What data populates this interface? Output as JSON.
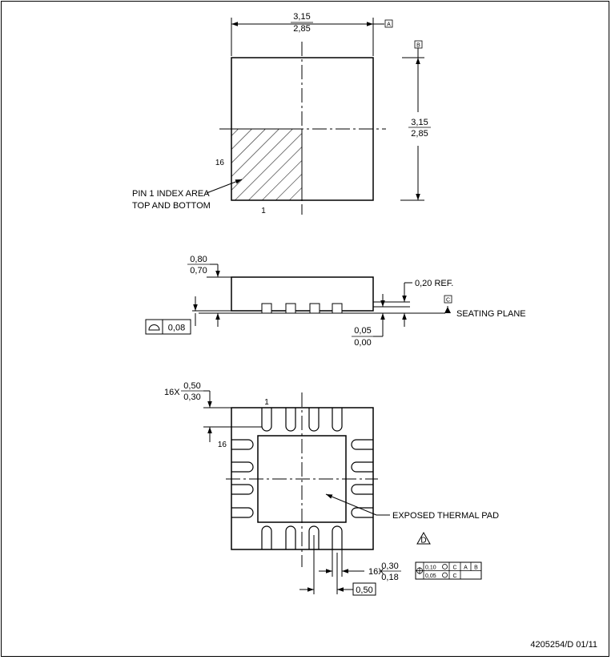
{
  "top_view": {
    "width_max": "3,15",
    "width_min": "2,85",
    "height_max": "3,15",
    "height_min": "2,85",
    "datum_a": "A",
    "datum_b": "B",
    "pin16_label": "16",
    "pin1_label": "1",
    "index_area_line1": "PIN 1 INDEX AREA",
    "index_area_line2": "TOP AND BOTTOM"
  },
  "side_view": {
    "thickness_max": "0,80",
    "thickness_min": "0,70",
    "ref_label": "0,20 REF.",
    "datum_c": "C",
    "seating_plane": "SEATING PLANE",
    "standoff_max": "0,05",
    "standoff_min": "0,00",
    "flatness_value": "0,08"
  },
  "bottom_view": {
    "lead_len_prefix": "16X",
    "lead_len_max": "0,50",
    "lead_len_min": "0,30",
    "pin1_label": "1",
    "pin16_label": "16",
    "pad_label": "EXPOSED THERMAL PAD",
    "note_d": "D",
    "lead_w_prefix": "16X",
    "lead_w_max": "0,30",
    "lead_w_min": "0,18",
    "pitch": "0,50",
    "fcf_row1_tol": "0,10",
    "fcf_row1_d1": "C",
    "fcf_row1_d2": "A",
    "fcf_row1_d3": "B",
    "fcf_row2_tol": "0,05",
    "fcf_row2_d1": "C"
  },
  "footer": {
    "doc_id": "4205254/D  01/11"
  }
}
